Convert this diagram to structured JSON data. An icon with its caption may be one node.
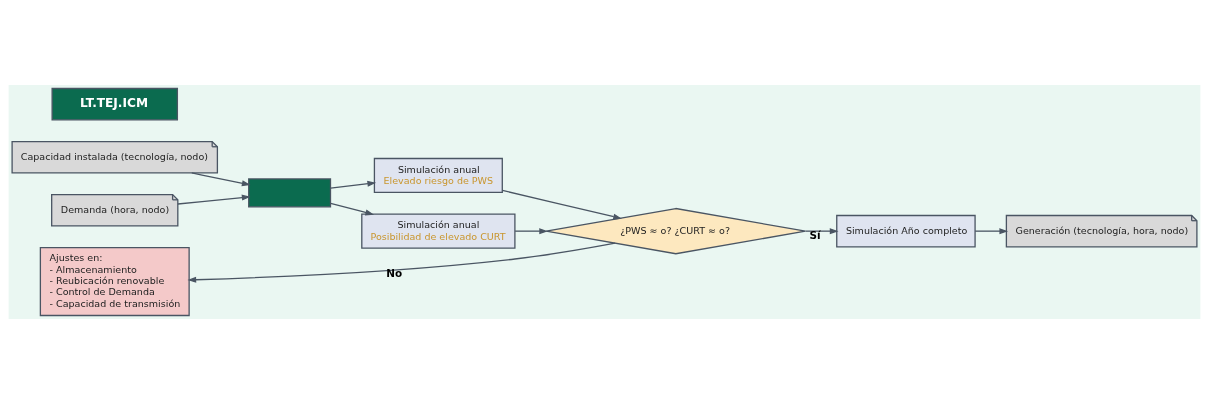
{
  "diagram": {
    "nodes": [
      {
        "text": [
          "LT.TEJ.ICM"
        ]
      },
      {
        "text": [
          "Capacidad instalada (tecnología, nodo)"
        ]
      },
      {
        "text": [
          "Demanda (hora, nodo)"
        ]
      },
      {
        "text": [],
        "shape": "box"
      },
      {
        "text": [
          "Simulación anual",
          "Elevado riesgo de PWS"
        ]
      },
      {
        "text": [
          "Simulación anual",
          "Posibilidad de elevado CURT"
        ]
      },
      {
        "text": [
          "¿PWS ≈ o? ¿CURT ≈ o?"
        ]
      },
      {
        "text": [
          "Simulación Año completo"
        ]
      },
      {
        "text": [
          "Generación (tecnología, hora, nodo)"
        ]
      },
      {
        "text": [
          "Ajustes en:",
          "- Almacenamiento",
          "- Reubicación renovable",
          "- Control de Demanda",
          "- Capacidad de transmisión"
        ]
      }
    ],
    "edges": [
      {
        "from": 1,
        "to": 3,
        "arrow": "to"
      },
      {
        "from": 2,
        "to": 3,
        "arrow": "to"
      },
      {
        "from": 3,
        "to": 4,
        "arrow": "to"
      },
      {
        "from": 3,
        "to": 5,
        "arrow": "to"
      },
      {
        "from": 4,
        "to": 6,
        "arrow": "to"
      },
      {
        "from": 5,
        "to": 6,
        "arrow": "to"
      },
      {
        "from": 6,
        "to": 7,
        "label": "Sí",
        "arrow": "to"
      },
      {
        "from": 7,
        "to": 8,
        "arrow": "to"
      },
      {
        "from": 6,
        "to": 9,
        "label": "No",
        "arrow": "to"
      }
    ]
  }
}
